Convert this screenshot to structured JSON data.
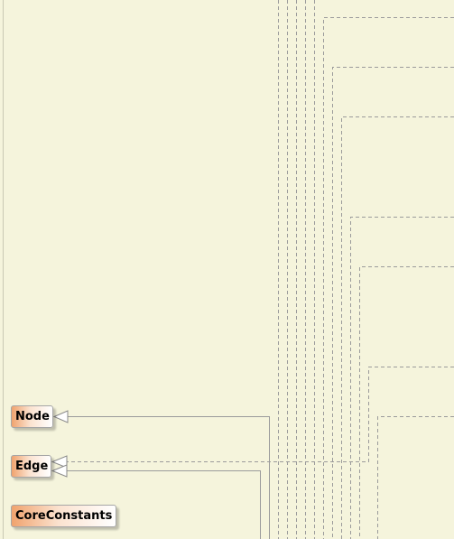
{
  "diagram": {
    "classes": [
      {
        "id": "node",
        "label": "Node"
      },
      {
        "id": "edge",
        "label": "Edge"
      },
      {
        "id": "coreconstants",
        "label": "CoreConstants"
      }
    ],
    "relations": [
      {
        "type": "generalization",
        "style": "solid",
        "target": "Node"
      },
      {
        "type": "generalization",
        "style": "solid",
        "target": "Edge"
      },
      {
        "type": "realization",
        "style": "dashed",
        "target": "Edge"
      }
    ],
    "colors": {
      "background": "#f5f4dc",
      "connector": "#9b9b9b",
      "box_gradient_start": "#f0a36e",
      "box_gradient_end": "#ffffff",
      "box_border": "#a6a6a6"
    }
  }
}
